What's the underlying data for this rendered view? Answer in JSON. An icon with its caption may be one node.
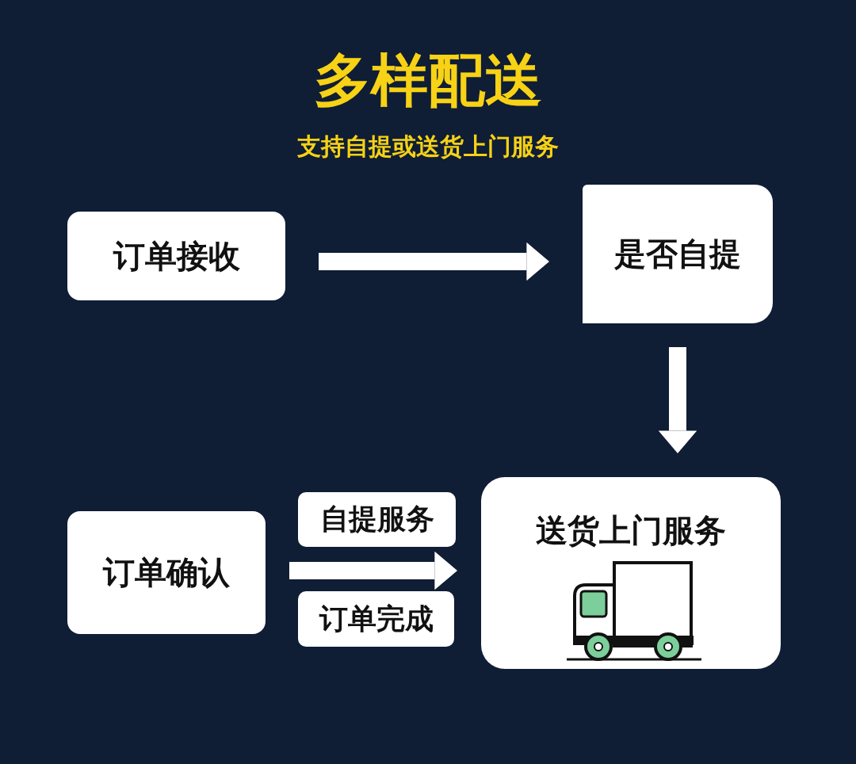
{
  "diagram": {
    "title": "多样配送",
    "nodes": [
      {
        "text": [
          "订单接收"
        ]
      },
      {
        "text": [
          "是否自提"
        ]
      },
      {
        "text": [
          "订单确认"
        ]
      },
      {
        "text": [
          "自提服务"
        ]
      },
      {
        "text": [
          "订单完成"
        ]
      },
      {
        "text": [
          "送货上门服务"
        ]
      }
    ],
    "edges": [
      {
        "from": 0,
        "to": 1,
        "arrow": "to"
      },
      {
        "from": 1,
        "to": 5,
        "arrow": "to"
      },
      {
        "from": 2,
        "to": 5,
        "arrow": "to"
      }
    ],
    "labels": [
      "支持自提或送货上门服务"
    ]
  }
}
